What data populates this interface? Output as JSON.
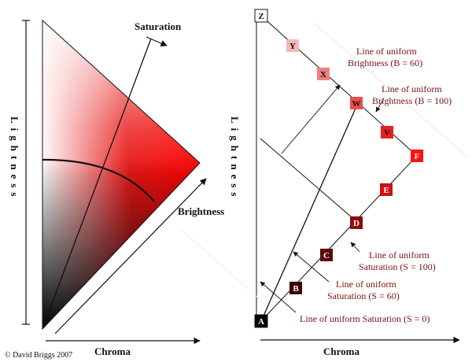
{
  "left_diagram": {
    "y_axis_label": "Lightness",
    "x_axis_label": "Chroma",
    "saturation_label": "Saturation",
    "brightness_label": "Brightness",
    "copyright": "© David Briggs 2007"
  },
  "right_diagram": {
    "y_axis_label": "Lightness",
    "x_axis_label": "Chroma",
    "swatches": [
      {
        "letter": "Z",
        "color": "#ffffff",
        "text_color": "#111111"
      },
      {
        "letter": "Y",
        "color": "#f7b7b7",
        "text_color": "#111111"
      },
      {
        "letter": "X",
        "color": "#ef7f7f",
        "text_color": "#111111"
      },
      {
        "letter": "W",
        "color": "#e94c4c",
        "text_color": "#111111"
      },
      {
        "letter": "V",
        "color": "#e81f1f",
        "text_color": "#111111"
      },
      {
        "letter": "F",
        "color": "#ff1010",
        "text_color": "#ffffff"
      },
      {
        "letter": "E",
        "color": "#cf1010",
        "text_color": "#ffffff"
      },
      {
        "letter": "D",
        "color": "#8c0b0b",
        "text_color": "#ffffff"
      },
      {
        "letter": "C",
        "color": "#5c0808",
        "text_color": "#ffffff"
      },
      {
        "letter": "B",
        "color": "#3a0404",
        "text_color": "#ffffff"
      },
      {
        "letter": "A",
        "color": "#000000",
        "text_color": "#ffffff"
      }
    ],
    "annotations": {
      "brightness_60": [
        "Line of uniform",
        "Brightness (B = 60)"
      ],
      "brightness_100": [
        "Line of uniform",
        "Brightness (B = 100)"
      ],
      "saturation_100": [
        "Line of uniform",
        "Saturation (S = 100)"
      ],
      "saturation_60": [
        "Line of uniform",
        "Saturation (S = 60)"
      ],
      "saturation_0": [
        "Line of uniform Saturation (S = 0)"
      ]
    }
  }
}
